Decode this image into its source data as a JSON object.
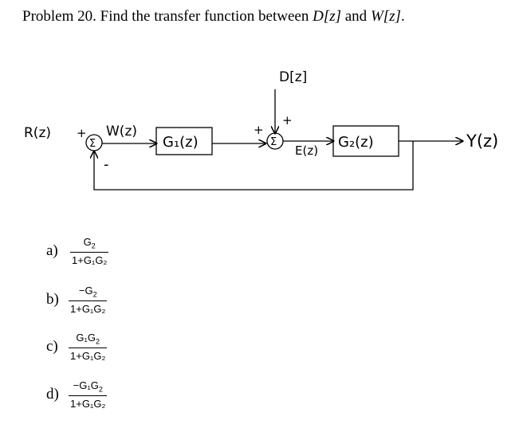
{
  "problem": {
    "prefix": "Problem 20. Find the transfer function between",
    "var1": "D[z]",
    "conj": "and",
    "var2": "W[z]",
    "suffix": "."
  },
  "diagram": {
    "input_label": "R(z)",
    "sum1_symbol": "Σ",
    "sum1_plus": "+",
    "sum1_minus": "-",
    "w_label": "W(z)",
    "block1_label": "G₁(z)",
    "disturbance_label": "D[z]",
    "sum2_symbol": "Σ",
    "sum2_plus_left": "+",
    "sum2_plus_top": "+",
    "e_label": "E(z)",
    "block2_label": "G₂(z)",
    "output_label": "Y(z)"
  },
  "options": [
    {
      "letter": "a)",
      "num": [
        "G",
        "2"
      ],
      "den": "1+G₁G₂"
    },
    {
      "letter": "b)",
      "num": [
        "−G",
        "2"
      ],
      "den": "1+G₁G₂"
    },
    {
      "letter": "c)",
      "num": [
        "G₁G",
        "2"
      ],
      "den": "1+G₁G₂"
    },
    {
      "letter": "d)",
      "num": [
        "−G₁G",
        "2"
      ],
      "den": "1+G₁G₂"
    }
  ]
}
